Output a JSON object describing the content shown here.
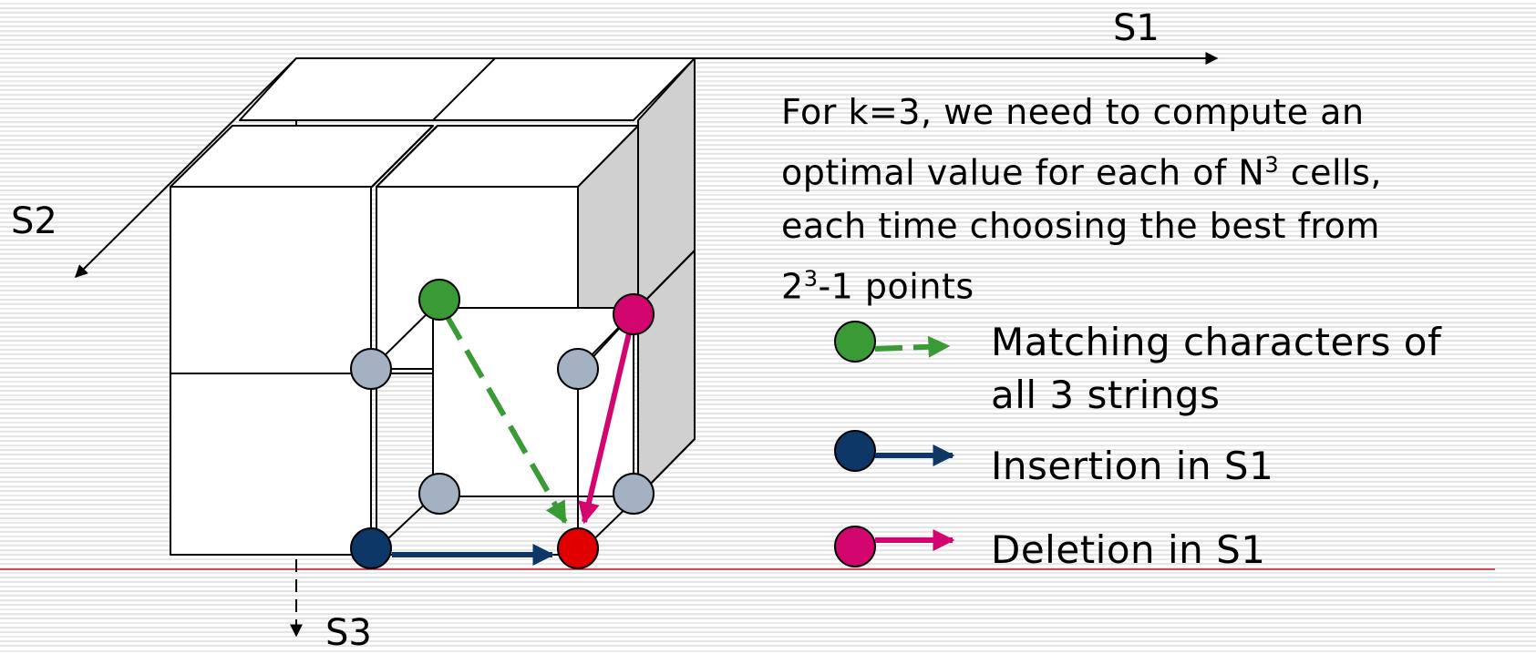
{
  "axes": {
    "s1": "S1",
    "s2": "S2",
    "s3": "S3"
  },
  "description": {
    "line1": "For k=3, we need to compute an",
    "line2_pre": "optimal value for each of N",
    "line2_sup": "3",
    "line2_post": " cells,",
    "line3": "each time choosing the best from",
    "line4_pre": "2",
    "line4_sup": "3",
    "line4_post": "-1 points"
  },
  "legend": [
    {
      "line1": "Matching characters of",
      "line2": "all 3 strings",
      "color": "#3a9a35"
    },
    {
      "line1": "Insertion in S1",
      "color": "#0d3766"
    },
    {
      "line1": "Deletion in S1",
      "color": "#d2066e"
    }
  ],
  "colors": {
    "match": "#3a9a35",
    "insertion": "#0d3766",
    "deletion": "#d2066e",
    "target": "#e00000",
    "neutral_node": "#a3b1c2",
    "cube_side": "#d0d0d0",
    "baseline": "#c8102e"
  }
}
